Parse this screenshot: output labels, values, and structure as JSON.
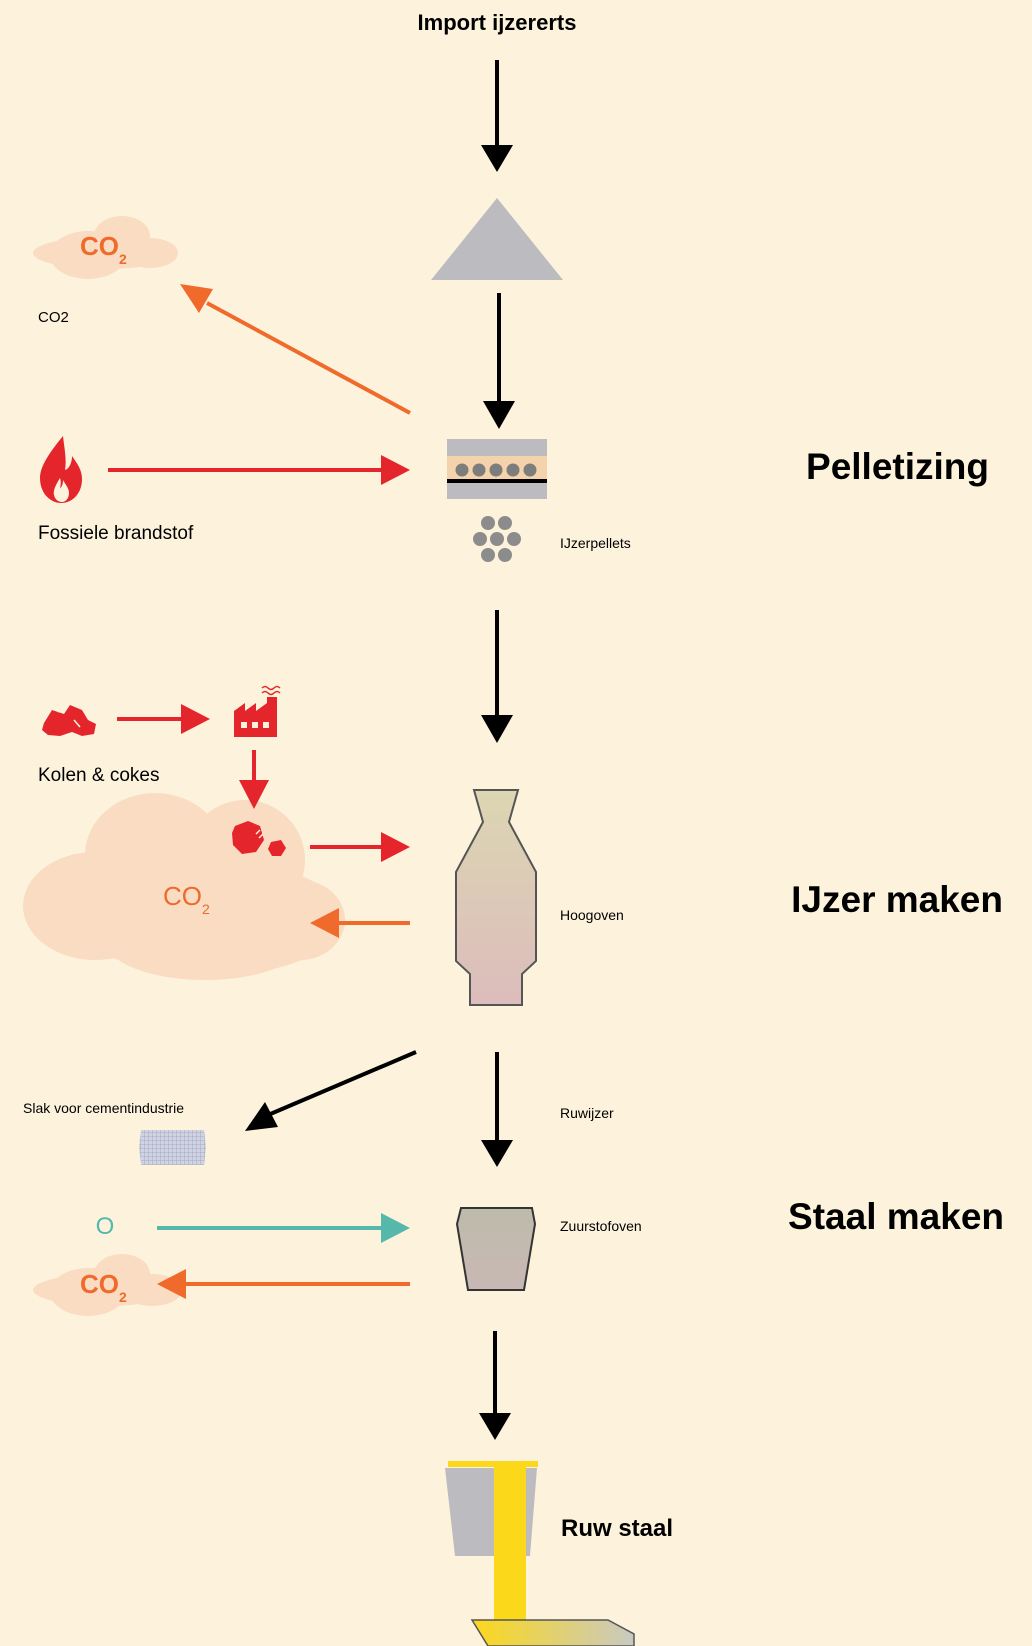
{
  "title": "Import ijzererts",
  "colors": {
    "background": "#fdf3dd",
    "cloud": "#f9dcc1",
    "co2_text": "#ef6a2b",
    "fossil_red": "#e4262c",
    "oxygen_teal": "#55b8ab",
    "machine_grey": "#bcbcc0",
    "pellet_grey": "#8c8c8c",
    "steel_yellow": "#fcd81a",
    "arrow_black": "#000000"
  },
  "stages": {
    "pelletizing": "Pelletizing",
    "iron": "IJzer maken",
    "steel": "Staal maken",
    "raw_steel": "Ruw staal"
  },
  "inputs": {
    "fossil_fuel": "Fossiele brandstof",
    "coal_cokes": "Kolen & cokes",
    "oxygen": "O"
  },
  "products": {
    "pellets": "IJzerpellets",
    "blast_furnace": "Hoogoven",
    "pig_iron": "Ruwijzer",
    "oxygen_furnace": "Zuurstofoven",
    "slag": "Slak voor cementindustrie"
  },
  "emissions": {
    "co2_label": "CO2",
    "co2_main": "CO",
    "co2_sub": "2"
  },
  "icons": {
    "crusher": "triangle-icon",
    "pellet_machine": "pelletizer-icon",
    "flame": "flame-icon",
    "coal": "coal-icon",
    "factory": "factory-icon",
    "blast_furnace": "blast-furnace-icon",
    "converter": "oxygen-furnace-icon",
    "ladle": "ladle-icon"
  }
}
